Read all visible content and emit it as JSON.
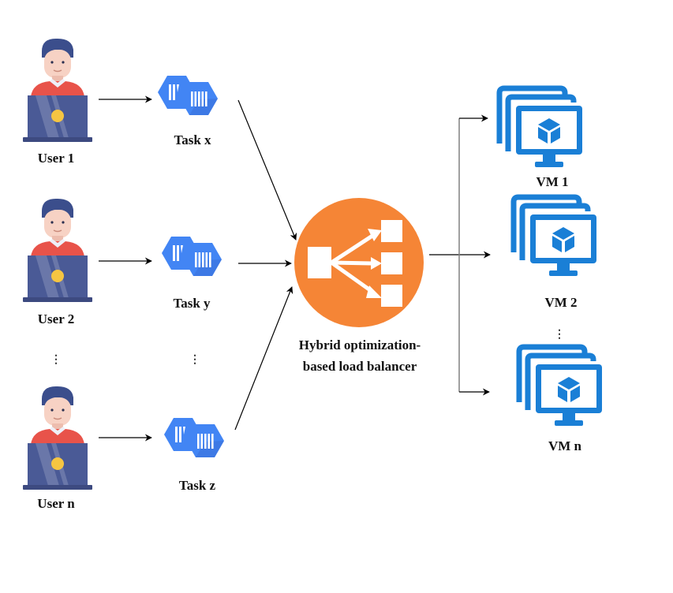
{
  "diagram": {
    "users": [
      {
        "label": "User 1"
      },
      {
        "label": "User 2"
      },
      {
        "label": "User n"
      }
    ],
    "tasks": [
      {
        "label": "Task x"
      },
      {
        "label": "Task y"
      },
      {
        "label": "Task z"
      }
    ],
    "load_balancer": {
      "label_line1": "Hybrid optimization-",
      "label_line2": "based load balancer",
      "icon": "load-balancer-icon"
    },
    "vms": [
      {
        "label": "VM 1"
      },
      {
        "label": "VM 2"
      },
      {
        "label": "VM n"
      }
    ],
    "ellipsis": "⋮",
    "icons": {
      "user": "user-with-laptop-icon",
      "task": "task-queue-hexagon-icon",
      "vm": "virtual-machine-monitor-icon"
    },
    "colors": {
      "load_balancer": "#F58536",
      "task_blue": "#4285F4",
      "task_blue_dark": "#3A6FD8",
      "vm_blue": "#1A7FD6",
      "user_shirt": "#E8534A",
      "user_hair": "#3B4E8C",
      "laptop": "#4A5A96",
      "laptop_dot": "#F5C542",
      "skin": "#F7D2C4",
      "arrow": "#000000",
      "connector_gray": "#808080"
    }
  }
}
